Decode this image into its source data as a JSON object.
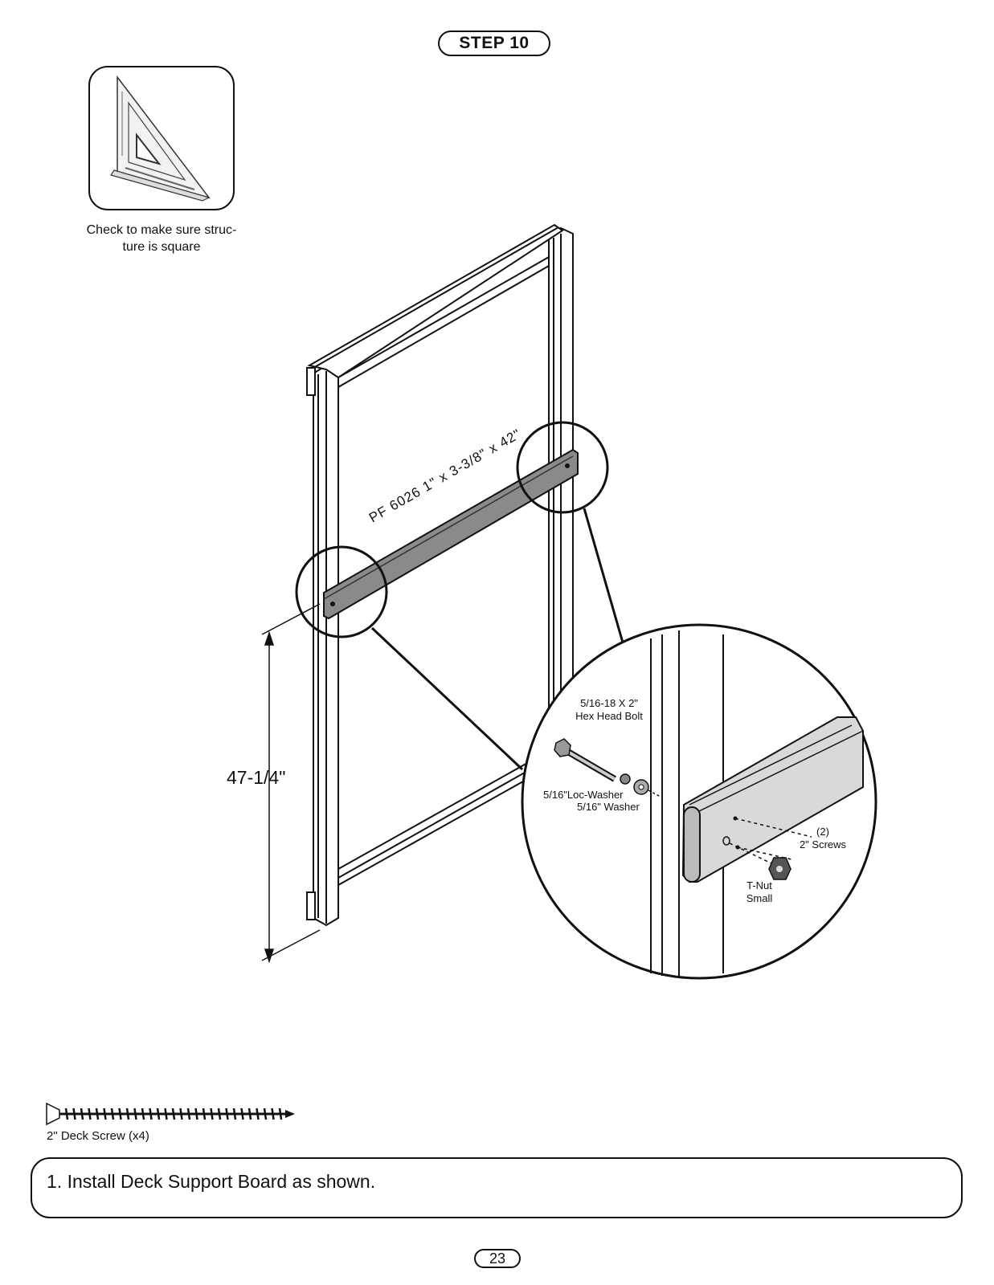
{
  "header": {
    "step_label": "STEP 10"
  },
  "square_check": {
    "caption_line1": "Check to make sure struc-",
    "caption_line2": "ture is square"
  },
  "diagram": {
    "board_label": "PF 6026 1\" x 3-3/8\" x 42\"",
    "dimension": "47-1/4\"",
    "callouts": {
      "bolt_line1": "5/16-18 X 2\"",
      "bolt_line2": "Hex Head Bolt",
      "loc_washer": "5/16\"Loc-Washer",
      "washer": "5/16\" Washer",
      "screws_line1": "(2)",
      "screws_line2": "2\" Screws",
      "tnut_line1": "T-Nut",
      "tnut_line2": "Small"
    }
  },
  "parts": {
    "screw_caption": "2\" Deck Screw (x4)"
  },
  "instructions": {
    "step1": "1. Install Deck Support Board as shown."
  },
  "footer": {
    "page_number": "23"
  }
}
